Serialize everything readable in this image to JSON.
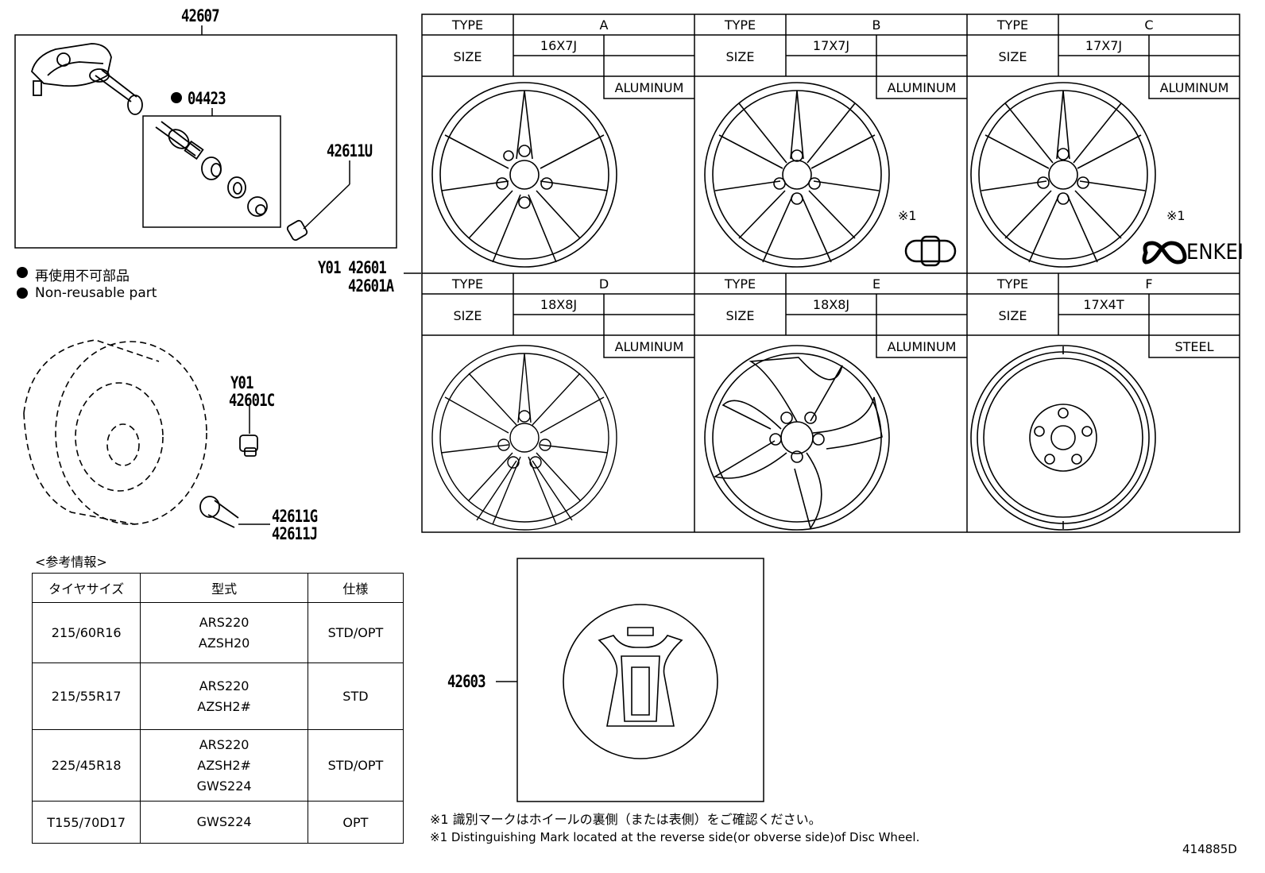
{
  "part_numbers": {
    "tpms_assembly": "42607",
    "valve_kit": "04423",
    "valve_cap": "42611U",
    "wheel_main": "Y01 42601",
    "wheel_main_alt": "42601A",
    "wheel_y01": "Y01",
    "wheel_spare": "42601C",
    "valve_g": "42611G",
    "valve_j": "42611J",
    "ornament": "42603"
  },
  "legend": {
    "jp": "再使用不可部品",
    "en": "Non-reusable part"
  },
  "wheel_grid": {
    "type_label": "TYPE",
    "size_label": "SIZE",
    "wheels": [
      {
        "type": "A",
        "size": "16X7J",
        "material": "ALUMINUM",
        "mark": ""
      },
      {
        "type": "B",
        "size": "17X7J",
        "material": "ALUMINUM",
        "mark": "※1"
      },
      {
        "type": "C",
        "size": "17X7J",
        "material": "ALUMINUM",
        "mark": "※1",
        "brand": "ENKEI"
      },
      {
        "type": "D",
        "size": "18X8J",
        "material": "ALUMINUM",
        "mark": ""
      },
      {
        "type": "E",
        "size": "18X8J",
        "material": "ALUMINUM",
        "mark": ""
      },
      {
        "type": "F",
        "size": "17X4T",
        "material": "STEEL",
        "mark": ""
      }
    ]
  },
  "reference": {
    "title": "<参考情報>",
    "headers": [
      "タイヤサイズ",
      "型式",
      "仕様"
    ],
    "rows": [
      {
        "tire": "215/60R16",
        "models": [
          "ARS220",
          "AZSH20"
        ],
        "spec": "STD/OPT"
      },
      {
        "tire": "215/55R17",
        "models": [
          "ARS220",
          "AZSH2#"
        ],
        "spec": "STD"
      },
      {
        "tire": "225/45R18",
        "models": [
          "ARS220",
          "AZSH2#",
          "GWS224"
        ],
        "spec": "STD/OPT"
      },
      {
        "tire": "T155/70D17",
        "models": [
          "GWS224"
        ],
        "spec": "OPT"
      }
    ]
  },
  "footnotes": {
    "jp": "※1 識別マークはホイールの裏側（または表側）をご確認ください。",
    "en": "※1 Distinguishing Mark located at the reverse side(or obverse side)of Disc Wheel."
  },
  "diagram_id": "414885D"
}
